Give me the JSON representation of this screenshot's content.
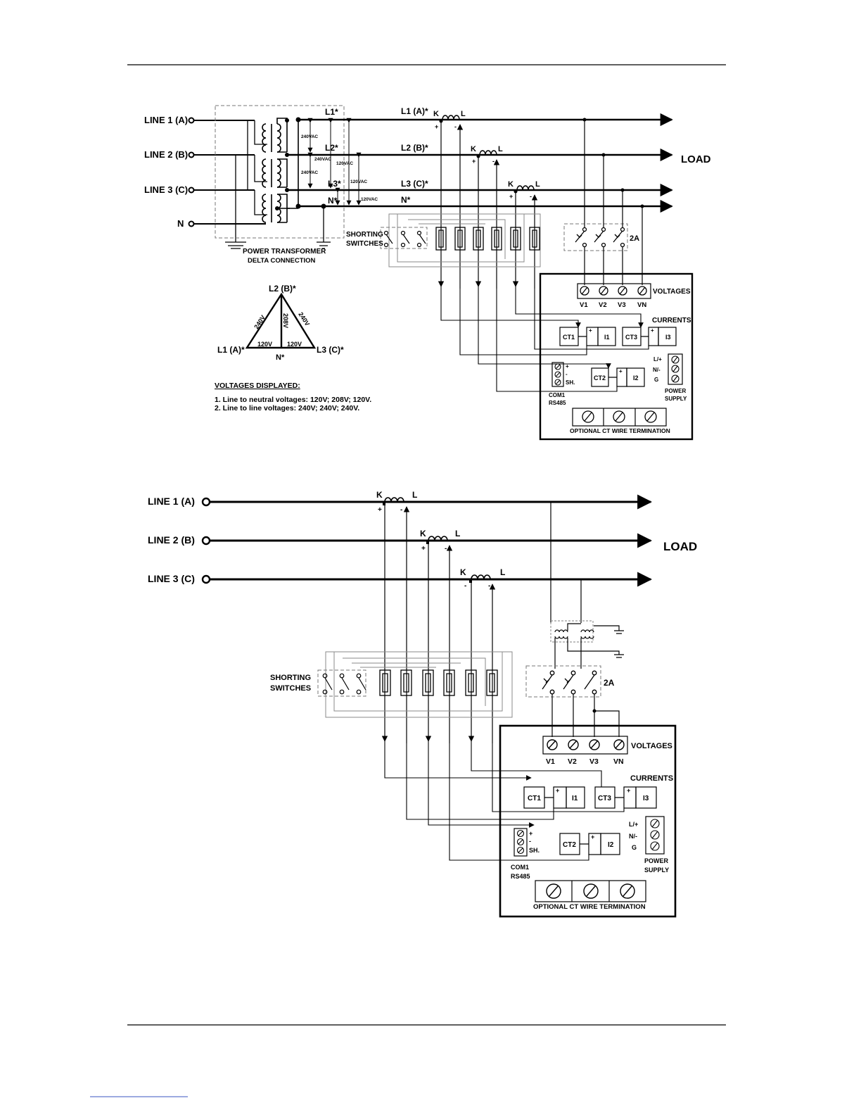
{
  "diagram1": {
    "lines": [
      "LINE 1 (A)",
      "LINE 2 (B)",
      "LINE 3 (C)",
      "N"
    ],
    "transformer": {
      "line1": "POWER TRANSFORMER",
      "line2": "DELTA CONNECTION"
    },
    "secondary_labels": [
      "L1*",
      "L2*",
      "L3*",
      "N*"
    ],
    "secondary_voltages": [
      "240VAC",
      "240VAC",
      "240VAC",
      "120VAC",
      "120VAC",
      "120VAC"
    ],
    "conductor_labels": [
      "L1 (A)*",
      "L2 (B)*",
      "L3 (C)*",
      "N*"
    ],
    "load": "LOAD",
    "shorting": {
      "line1": "SHORTING",
      "line2": "SWITCHES"
    },
    "fuse": "2A",
    "triangle": {
      "top": "L2 (B)*",
      "left": "L1 (A)*",
      "right": "L3 (C)*",
      "bottom": "N*",
      "left_side": "240V",
      "right_side": "240V",
      "center": "208V",
      "bottom_left": "120V",
      "bottom_right": "120V"
    },
    "voltages_displayed": {
      "title": "VOLTAGES DISPLAYED:",
      "line1": "1. Line to neutral voltages: 120V; 208V; 120V.",
      "line2": "2. Line to line voltages: 240V; 240V; 240V."
    }
  },
  "diagram2": {
    "lines": [
      "LINE 1 (A)",
      "LINE 2 (B)",
      "LINE 3 (C)"
    ],
    "load": "LOAD",
    "shorting": {
      "line1": "SHORTING",
      "line2": "SWITCHES"
    },
    "fuse": "2A"
  },
  "meter": {
    "voltages_label": "VOLTAGES",
    "currents_label": "CURRENTS",
    "terminals": [
      "V1",
      "V2",
      "V3",
      "VN"
    ],
    "ct1": "CT1",
    "ct2": "CT2",
    "ct3": "CT3",
    "i1": "I1",
    "i2": "I2",
    "i3": "I3",
    "com": {
      "line1": "COM1",
      "line2": "RS485",
      "plus": "+",
      "minus": "-",
      "sh": "SH."
    },
    "power": {
      "l": "L/+",
      "n": "N/-",
      "g": "G",
      "line1": "POWER",
      "line2": "SUPPLY"
    },
    "optional": "OPTIONAL CT WIRE TERMINATION"
  },
  "ct": {
    "k": "K",
    "l": "L",
    "plus": "+",
    "minus": "-"
  }
}
